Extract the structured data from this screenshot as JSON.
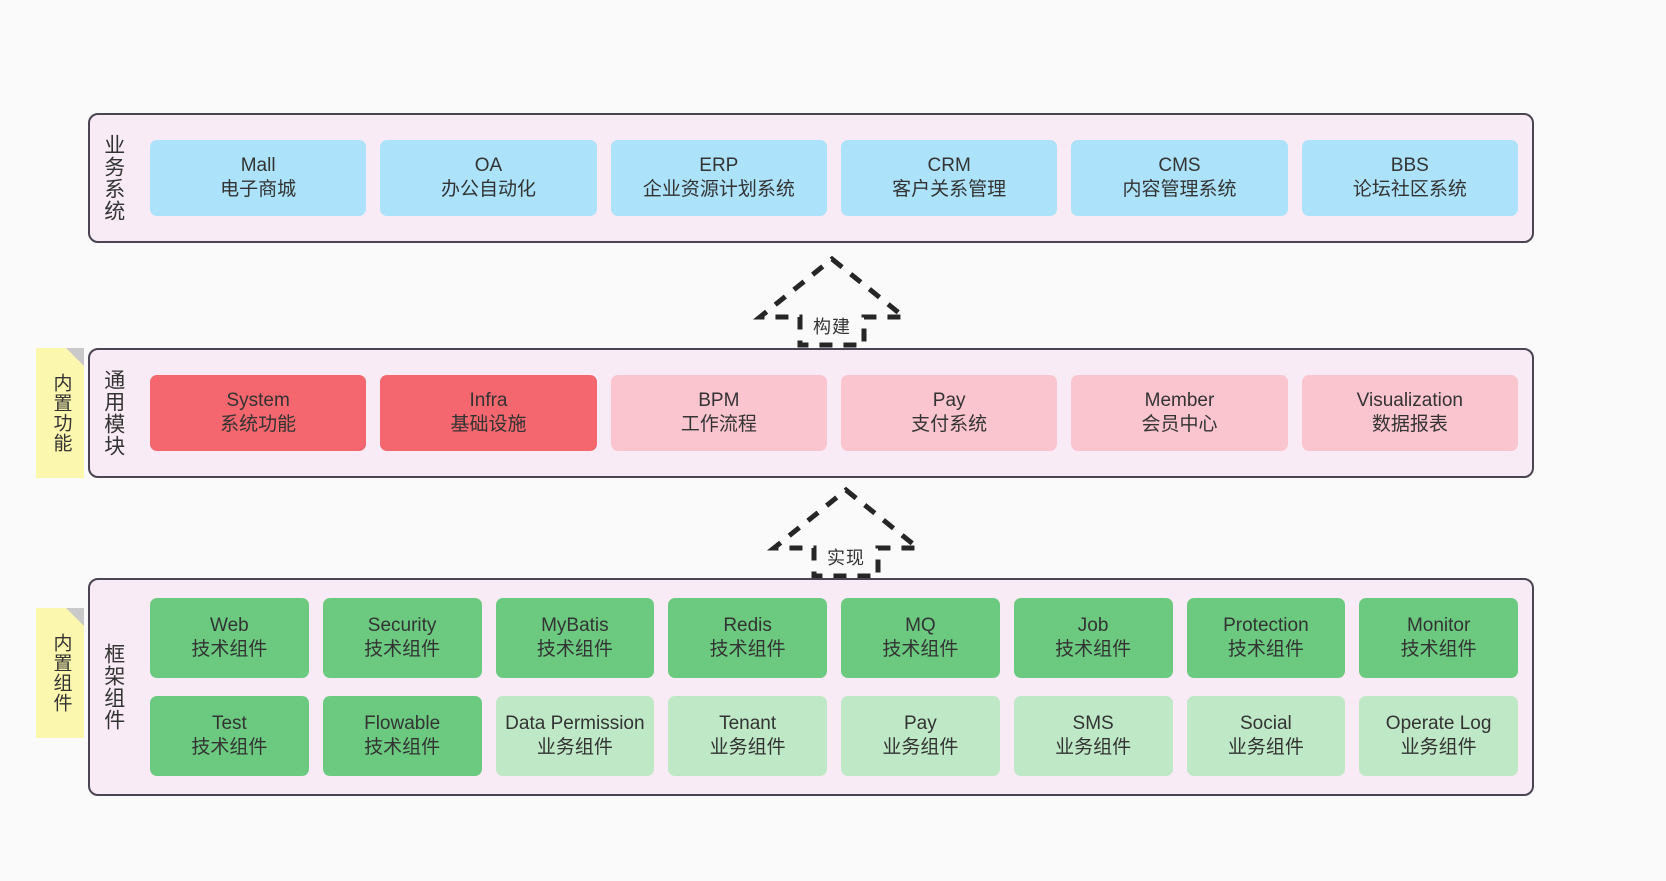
{
  "diagram": {
    "background_color": "#fafafa",
    "panel_color": "#f9ebf5",
    "panel_border_color": "#4b4453",
    "note_color": "#fcf7ae",
    "colors": {
      "blue": "#ace3fa",
      "red": "#f4676e",
      "pink": "#fbc5cf",
      "green": "#6bca80",
      "green_light": "#bfe8c6"
    }
  },
  "layers": {
    "business": {
      "title": "业务系统",
      "cards": [
        {
          "name": "Mall",
          "desc": "电子商城"
        },
        {
          "name": "OA",
          "desc": "办公自动化"
        },
        {
          "name": "ERP",
          "desc": "企业资源计划系统"
        },
        {
          "name": "CRM",
          "desc": "客户关系管理"
        },
        {
          "name": "CMS",
          "desc": "内容管理系统"
        },
        {
          "name": "BBS",
          "desc": "论坛社区系统"
        }
      ]
    },
    "modules": {
      "title": "通用模块",
      "note": "内置功能",
      "cards": [
        {
          "name": "System",
          "desc": "系统功能"
        },
        {
          "name": "Infra",
          "desc": "基础设施"
        },
        {
          "name": "BPM",
          "desc": "工作流程"
        },
        {
          "name": "Pay",
          "desc": "支付系统"
        },
        {
          "name": "Member",
          "desc": "会员中心"
        },
        {
          "name": "Visualization",
          "desc": "数据报表"
        }
      ]
    },
    "framework": {
      "title": "框架组件",
      "note": "内置组件",
      "cards": [
        {
          "name": "Web",
          "desc": "技术组件"
        },
        {
          "name": "Security",
          "desc": "技术组件"
        },
        {
          "name": "MyBatis",
          "desc": "技术组件"
        },
        {
          "name": "Redis",
          "desc": "技术组件"
        },
        {
          "name": "MQ",
          "desc": "技术组件"
        },
        {
          "name": "Job",
          "desc": "技术组件"
        },
        {
          "name": "Protection",
          "desc": "技术组件"
        },
        {
          "name": "Monitor",
          "desc": "技术组件"
        },
        {
          "name": "Test",
          "desc": "技术组件"
        },
        {
          "name": "Flowable",
          "desc": "技术组件"
        },
        {
          "name": "Data Permission",
          "desc": "业务组件"
        },
        {
          "name": "Tenant",
          "desc": "业务组件"
        },
        {
          "name": "Pay",
          "desc": "业务组件"
        },
        {
          "name": "SMS",
          "desc": "业务组件"
        },
        {
          "name": "Social",
          "desc": "业务组件"
        },
        {
          "name": "Operate Log",
          "desc": "业务组件"
        }
      ]
    }
  },
  "connectors": {
    "build": {
      "label": "构建"
    },
    "implement": {
      "label": "实现"
    }
  }
}
